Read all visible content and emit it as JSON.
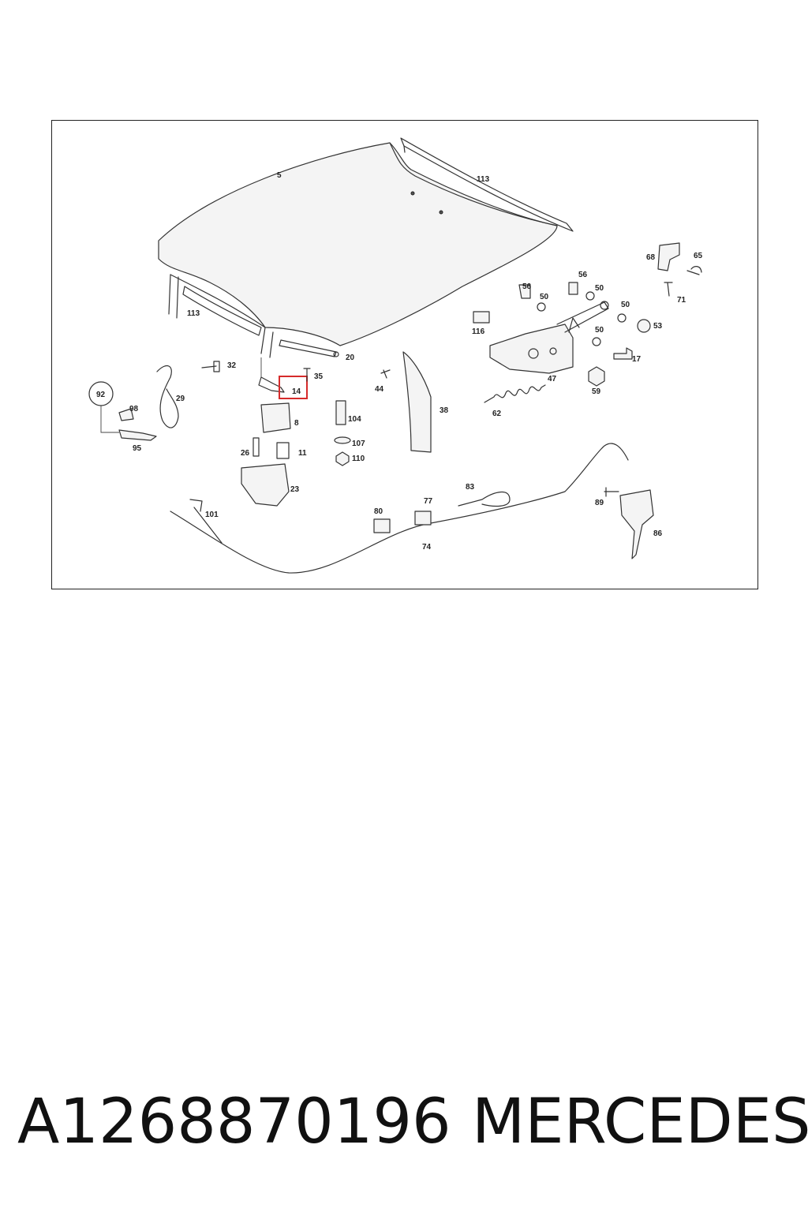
{
  "diagram": {
    "highlight_label": "14",
    "callouts": [
      {
        "id": "5",
        "text": "5"
      },
      {
        "id": "113a",
        "text": "113"
      },
      {
        "id": "113b",
        "text": "113"
      },
      {
        "id": "68",
        "text": "68"
      },
      {
        "id": "65",
        "text": "65"
      },
      {
        "id": "71",
        "text": "71"
      },
      {
        "id": "56a",
        "text": "56"
      },
      {
        "id": "56b",
        "text": "56"
      },
      {
        "id": "50a",
        "text": "50"
      },
      {
        "id": "50b",
        "text": "50"
      },
      {
        "id": "50c",
        "text": "50"
      },
      {
        "id": "50d",
        "text": "50"
      },
      {
        "id": "53",
        "text": "53"
      },
      {
        "id": "17",
        "text": "17"
      },
      {
        "id": "116",
        "text": "116"
      },
      {
        "id": "47",
        "text": "47"
      },
      {
        "id": "59",
        "text": "59"
      },
      {
        "id": "62",
        "text": "62"
      },
      {
        "id": "20",
        "text": "20"
      },
      {
        "id": "35",
        "text": "35"
      },
      {
        "id": "32",
        "text": "32"
      },
      {
        "id": "29",
        "text": "29"
      },
      {
        "id": "92",
        "text": "92"
      },
      {
        "id": "98",
        "text": "98"
      },
      {
        "id": "95",
        "text": "95"
      },
      {
        "id": "8",
        "text": "8"
      },
      {
        "id": "26",
        "text": "26"
      },
      {
        "id": "11",
        "text": "11"
      },
      {
        "id": "23",
        "text": "23"
      },
      {
        "id": "44",
        "text": "44"
      },
      {
        "id": "38",
        "text": "38"
      },
      {
        "id": "104",
        "text": "104"
      },
      {
        "id": "107",
        "text": "107"
      },
      {
        "id": "110",
        "text": "110"
      },
      {
        "id": "101",
        "text": "101"
      },
      {
        "id": "80",
        "text": "80"
      },
      {
        "id": "77",
        "text": "77"
      },
      {
        "id": "83",
        "text": "83"
      },
      {
        "id": "74",
        "text": "74"
      },
      {
        "id": "89",
        "text": "89"
      },
      {
        "id": "86",
        "text": "86"
      }
    ]
  },
  "caption": {
    "part_number": "A1268870196",
    "brand": "MERCEDES"
  },
  "colors": {
    "highlight": "#d62b2b",
    "line": "#333333",
    "background": "#ffffff"
  }
}
